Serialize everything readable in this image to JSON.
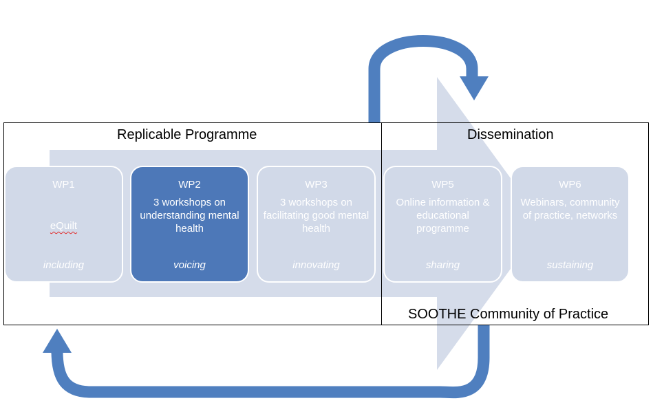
{
  "headings": {
    "replicable": "Replicable Programme",
    "dissemination": "Dissemination",
    "community": "SOOTHE Community of Practice"
  },
  "packages": [
    {
      "code": "WP1",
      "desc": "eQuilt",
      "tag": "including",
      "highlighted": false
    },
    {
      "code": "WP2",
      "desc": "3 workshops on understanding mental health",
      "tag": "voicing",
      "highlighted": true
    },
    {
      "code": "WP3",
      "desc": "3 workshops on facilitating good mental health",
      "tag": "innovating",
      "highlighted": false
    },
    {
      "code": "WP5",
      "desc": "Online information & educational programme",
      "tag": "sharing",
      "highlighted": false
    },
    {
      "code": "WP6",
      "desc": "Webinars, community of practice, networks",
      "tag": "sustaining",
      "highlighted": false
    }
  ],
  "colors": {
    "big_arrow": "#d5dcea",
    "box_fill": "#d1d9e8",
    "box_active": "#4d78b8",
    "loop_arrow": "#4f7fbf"
  },
  "icons": [
    "large-process-arrow",
    "loop-arrow-top",
    "loop-arrow-bottom"
  ]
}
